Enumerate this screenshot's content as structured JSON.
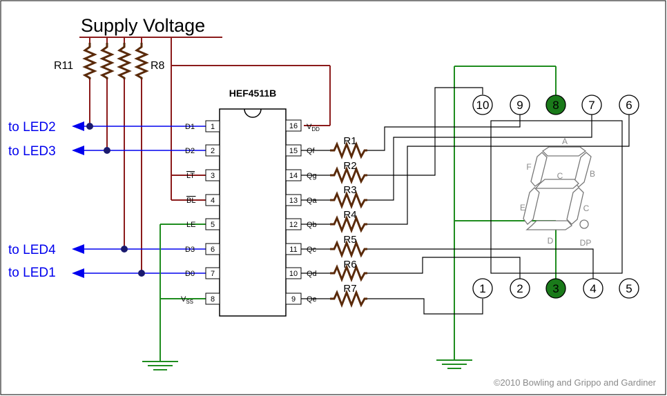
{
  "supply": {
    "label": "Supply Voltage"
  },
  "chip": {
    "name": "HEF4511B",
    "left_pins": [
      {
        "num": "1",
        "label": "D1"
      },
      {
        "num": "2",
        "label": "D2"
      },
      {
        "num": "3",
        "label": "LT"
      },
      {
        "num": "4",
        "label": "BL"
      },
      {
        "num": "5",
        "label": "LE"
      },
      {
        "num": "6",
        "label": "D3"
      },
      {
        "num": "7",
        "label": "D0"
      },
      {
        "num": "8",
        "label": "V",
        "sub": "SS"
      }
    ],
    "right_pins": [
      {
        "num": "16",
        "label": "V",
        "sub": "DD"
      },
      {
        "num": "15",
        "label": "Qf"
      },
      {
        "num": "14",
        "label": "Qg"
      },
      {
        "num": "13",
        "label": "Qa"
      },
      {
        "num": "12",
        "label": "Qb"
      },
      {
        "num": "11",
        "label": "Qc"
      },
      {
        "num": "10",
        "label": "Qd"
      },
      {
        "num": "9",
        "label": "Qe"
      }
    ]
  },
  "pullups": {
    "left_label": "R11",
    "right_label": "R8"
  },
  "series_resistors": [
    "R1",
    "R2",
    "R3",
    "R4",
    "R5",
    "R6",
    "R7"
  ],
  "led_outputs": [
    {
      "label": "to LED2"
    },
    {
      "label": "to LED3"
    },
    {
      "label": "to LED4"
    },
    {
      "label": "to LED1"
    }
  ],
  "display": {
    "top_pins": [
      "10",
      "9",
      "8",
      "7",
      "6"
    ],
    "bottom_pins": [
      "1",
      "2",
      "3",
      "4",
      "5"
    ],
    "segments": {
      "a": "A",
      "b": "B",
      "c_upper": "C",
      "c": "C",
      "d": "D",
      "e": "E",
      "f": "F",
      "dp": "DP"
    }
  },
  "colors": {
    "supply": "#8b1a1a",
    "ground": "#1e8c1e",
    "led_lines": "#0000ee",
    "wires": "#000000",
    "resistor": "#5a2a0a",
    "common_pin_fill": "#1a7a1a"
  },
  "copyright": "©2010 Bowling and Grippo and Gardiner"
}
